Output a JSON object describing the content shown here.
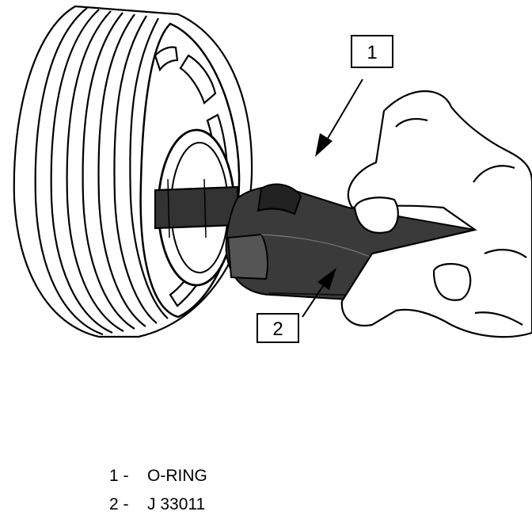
{
  "callouts": [
    {
      "number": "1"
    },
    {
      "number": "2"
    }
  ],
  "legend": [
    {
      "number": "1 -",
      "label": "O-RING"
    },
    {
      "number": "2 -",
      "label": "J 33011"
    }
  ],
  "icons": [
    "pulley-illustration",
    "tool-illustration",
    "hand-illustration"
  ]
}
